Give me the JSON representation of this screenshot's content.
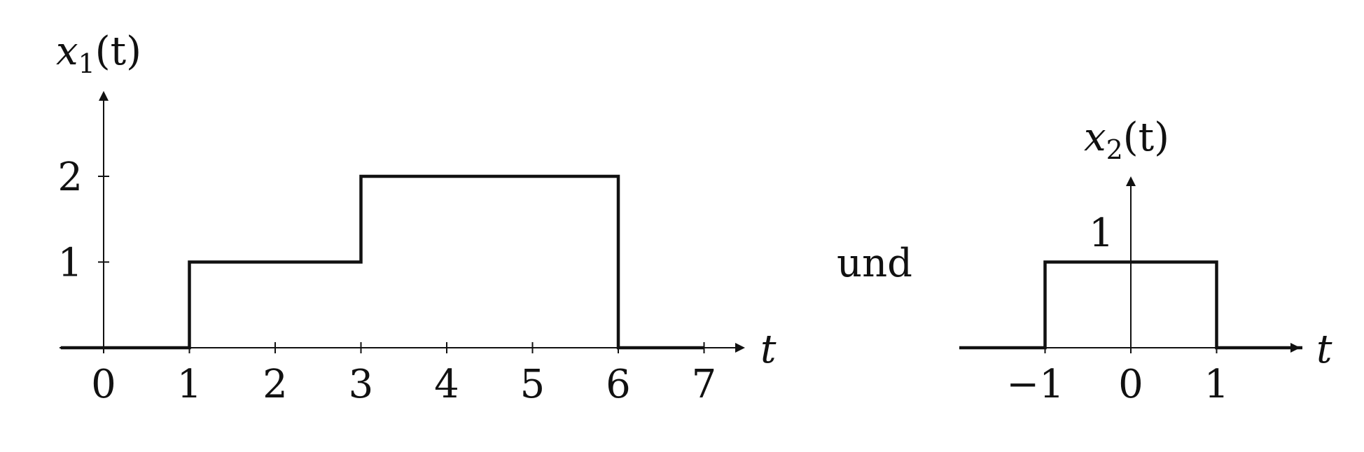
{
  "chart_data": [
    {
      "type": "line",
      "step": true,
      "ylabel_main": "x",
      "ylabel_sub": "1",
      "ylabel_tail": "(t)",
      "xlabel": "t",
      "xticks": [
        "0",
        "1",
        "2",
        "3",
        "4",
        "5",
        "6",
        "7"
      ],
      "yticks": [
        "1",
        "2"
      ],
      "xlim": [
        -0.5,
        7.5
      ],
      "ylim": [
        0,
        3
      ],
      "x": [
        -0.5,
        1,
        1,
        3,
        3,
        6,
        6,
        7
      ],
      "y": [
        0,
        0,
        1,
        1,
        2,
        2,
        0,
        0
      ],
      "grid": false
    },
    {
      "type": "line",
      "step": true,
      "ylabel_main": "x",
      "ylabel_sub": "2",
      "ylabel_tail": "(t)",
      "xlabel": "t",
      "xticks": [
        "−1",
        "0",
        "1"
      ],
      "level_label": "1",
      "xlim": [
        -2,
        2
      ],
      "ylim": [
        0,
        2
      ],
      "x": [
        -2,
        -1,
        -1,
        1,
        1,
        2
      ],
      "y": [
        0,
        0,
        1,
        1,
        0,
        0
      ],
      "grid": false
    }
  ],
  "connector_text": "und"
}
